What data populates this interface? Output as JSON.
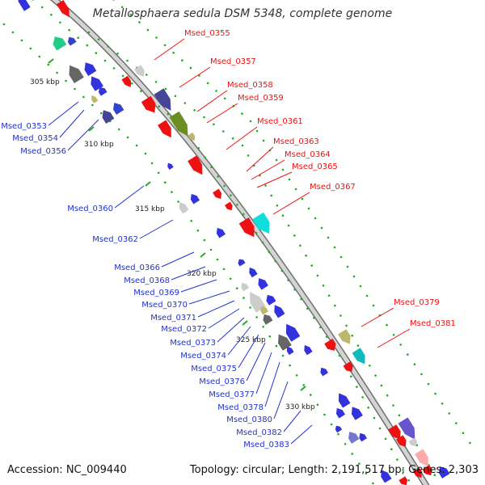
{
  "title": "Metallosphaera sedula DSM 5348, complete genome",
  "footer": {
    "accession": "Accession: NC_009440",
    "topology": "Topology: circular; Length: 2,191,517 bp; Genes: 2,303"
  },
  "colors": {
    "forward_label": "#ee1111",
    "reverse_label": "#2233cc",
    "backbone": "#888888",
    "tick": "#22aa22"
  },
  "kbp_ticks": [
    "305 kbp",
    "310 kbp",
    "315 kbp",
    "320 kbp",
    "325 kbp",
    "330 kbp"
  ],
  "forward_genes": [
    "Msed_0355",
    "Msed_0357",
    "Msed_0358",
    "Msed_0359",
    "Msed_0361",
    "Msed_0363",
    "Msed_0364",
    "Msed_0365",
    "Msed_0367",
    "Msed_0379",
    "Msed_0381"
  ],
  "reverse_genes": [
    "Msed_0353",
    "Msed_0354",
    "Msed_0356",
    "Msed_0360",
    "Msed_0362",
    "Msed_0366",
    "Msed_0368",
    "Msed_0369",
    "Msed_0370",
    "Msed_0371",
    "Msed_0372",
    "Msed_0373",
    "Msed_0374",
    "Msed_0375",
    "Msed_0376",
    "Msed_0377",
    "Msed_0378",
    "Msed_0380",
    "Msed_0382",
    "Msed_0383"
  ]
}
